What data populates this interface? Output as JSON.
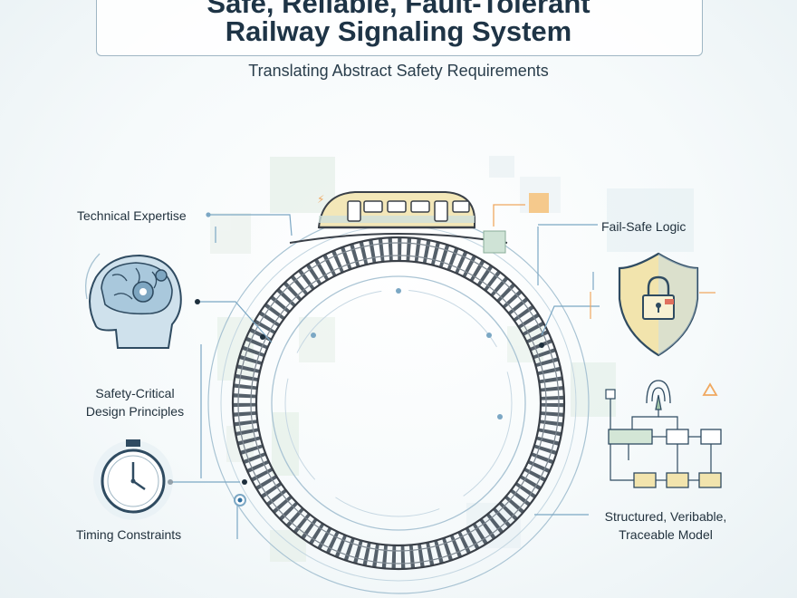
{
  "header": {
    "title_line1": "Safe, Reliable, Fault-Tolerant",
    "title_line2": "Railway Signaling System",
    "subtitle": "Translating Abstract Safety Requirements"
  },
  "labels": {
    "technical_expertise": "Technical Expertise",
    "fail_safe_logic": "Fail-Safe Logic",
    "safety_critical_1": "Safety-Critical",
    "safety_critical_2": "Design Principles",
    "timing_constraints": "Timing Constraints",
    "structured_1": "Structured, Veribable,",
    "structured_2": "Traceable Model"
  },
  "colors": {
    "accent_orange": "#f0a860",
    "accent_green": "#c9dcc8",
    "line_blue": "#7ba7c4",
    "track_dark": "#3a4048",
    "train_yellow": "#f3e7b8",
    "shield_yellow": "#f2e4ad"
  },
  "icons": [
    "brain-gear-icon",
    "stopwatch-icon",
    "train-icon",
    "shield-lock-icon",
    "signal-tower-icon",
    "warning-triangle-icon",
    "flow-diagram-icon"
  ]
}
